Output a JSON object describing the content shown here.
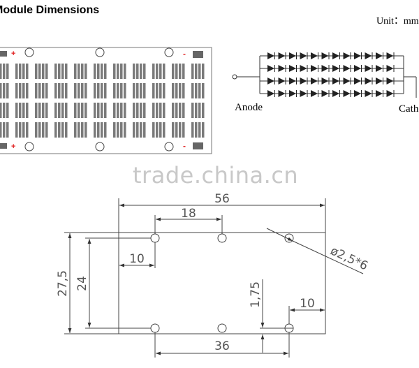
{
  "header": {
    "title": "Module Dimensions",
    "unit": "Unit：mm"
  },
  "watermark": "trade.china.cn",
  "board": {
    "pad_top_left_sign": "+",
    "pad_top_right_sign": "-",
    "pad_bottom_left_sign": "+",
    "pad_bottom_right_sign": "-",
    "plus_color": "#e02020",
    "minus_color": "#e02020"
  },
  "circuit": {
    "anode_label": "Anode",
    "cathode_label": "Cathode",
    "rows": 4,
    "diodes_per_row": 12
  },
  "drawing": {
    "width_label": "56",
    "hole_pitch_label": "18",
    "edge_offset_label": "10",
    "height_label": "27,5",
    "inner_height_label": "24",
    "offset_175_label": "1,75",
    "right_offset_label": "10",
    "bottom_span_label": "36",
    "hole_label": "ø2,5*6"
  }
}
